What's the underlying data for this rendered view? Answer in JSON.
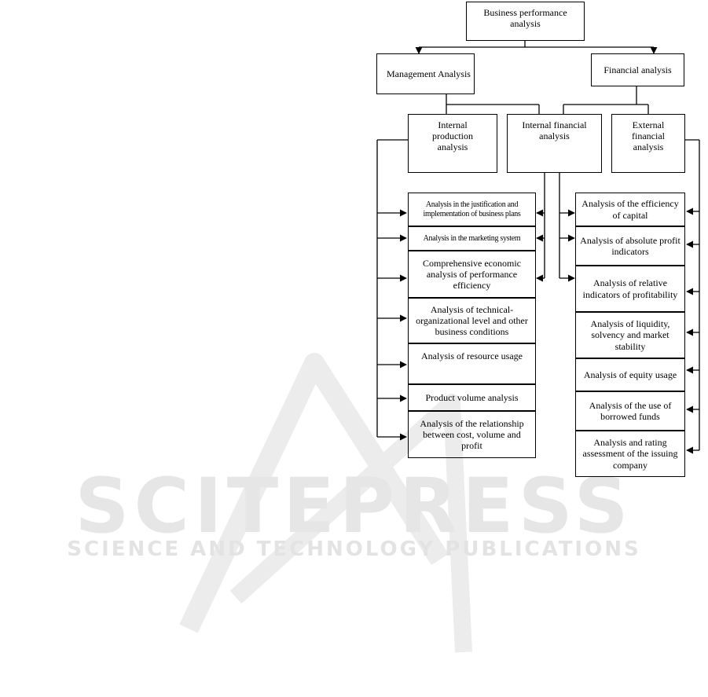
{
  "watermark": {
    "line1": "SCITEPRESS",
    "line2": "SCIENCE AND TECHNOLOGY PUBLICATIONS"
  },
  "nodes": {
    "root": "Business performance analysis",
    "management": "Management Analysis",
    "financial": "Financial analysis",
    "internal_production": "Internal production analysis",
    "internal_financial": "Internal financial analysis",
    "external_financial": "External financial analysis"
  },
  "left_items": [
    "Analysis in the justification and implementation of business plans",
    "Analysis in the marketing system",
    "Comprehensive economic analysis of performance efficiency",
    "Analysis of technical-organizational level and other business conditions",
    "Analysis of resource usage",
    "Product volume analysis",
    "Analysis of the relationship between cost, volume and profit"
  ],
  "right_items": [
    "Analysis of the efficiency of capital",
    "Analysis of absolute profit indicators",
    "Analysis of relative indicators of profitability",
    "Analysis of liquidity, solvency and market stability",
    "Analysis of equity usage",
    "Analysis of the use of borrowed funds",
    "Analysis and rating assessment of the issuing company"
  ]
}
